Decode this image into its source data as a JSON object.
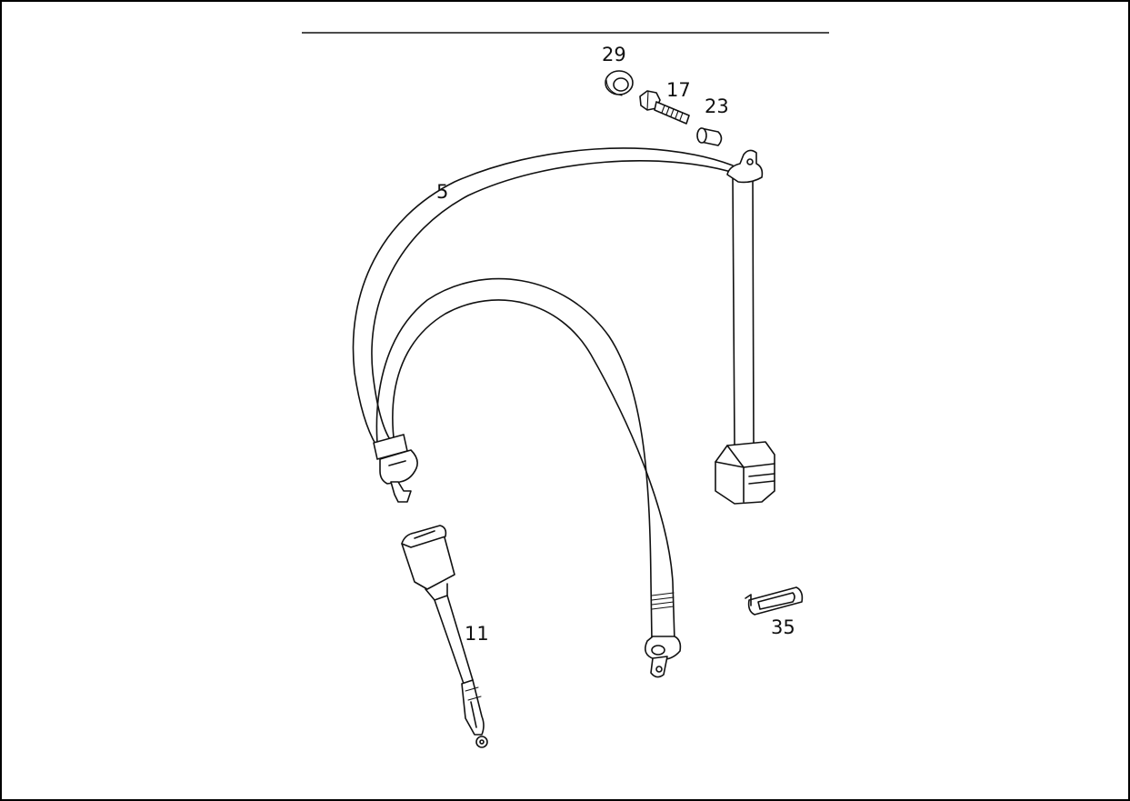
{
  "diagram": {
    "callouts": {
      "c29": "29",
      "c17": "17",
      "c23": "23",
      "c5": "5",
      "c11": "11",
      "c35": "35"
    }
  }
}
